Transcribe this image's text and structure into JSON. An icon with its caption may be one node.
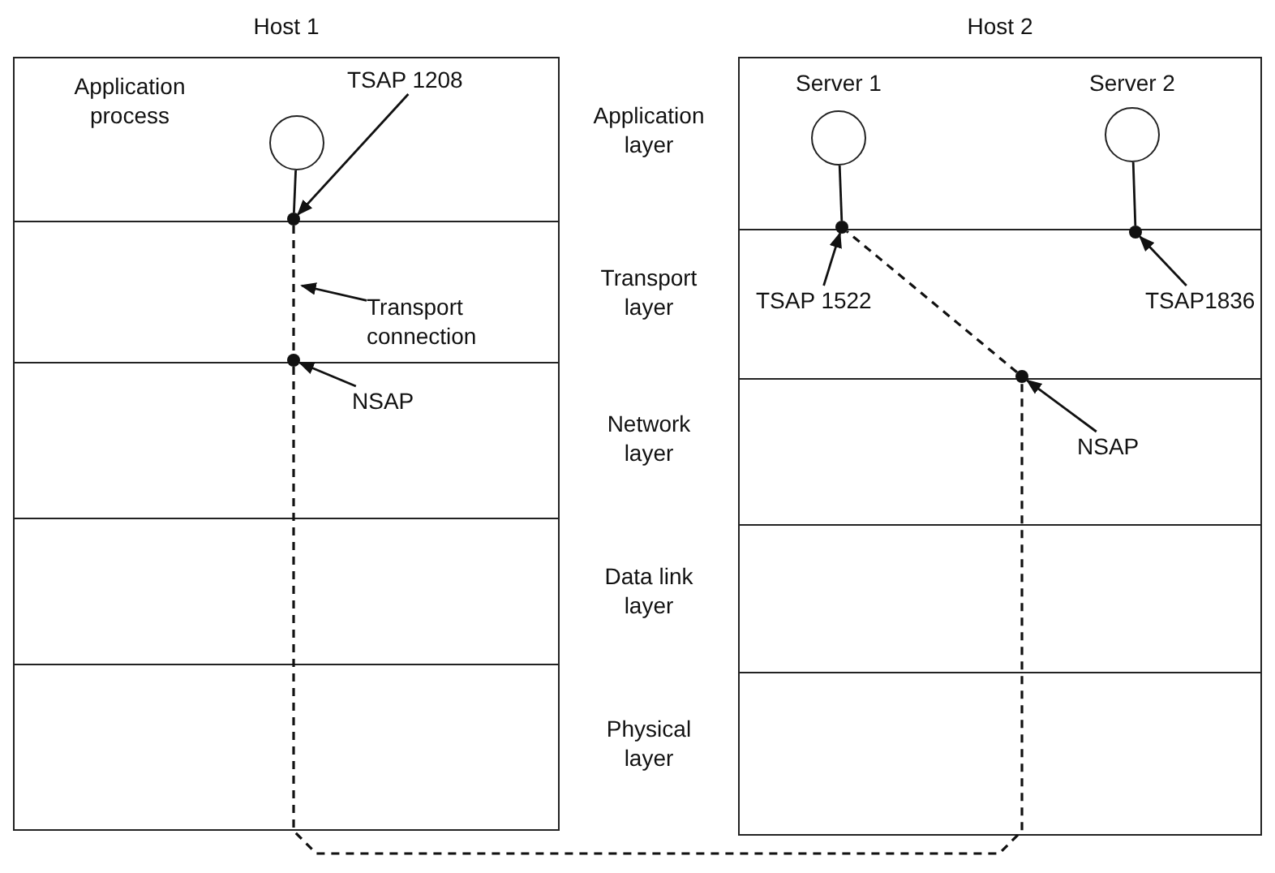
{
  "diagram": {
    "nodes": [
      {
        "text": [
          "Host 1"
        ]
      },
      {
        "text": [
          "Host 2"
        ]
      },
      {
        "text": [],
        "shape": "circle",
        "in": 0,
        "beside": [
          "Application process"
        ]
      },
      {
        "text": [],
        "shape": "circle",
        "in": 1,
        "beside": [
          "Server 1"
        ]
      },
      {
        "text": [],
        "shape": "circle",
        "in": 1,
        "beside": [
          "Server 2"
        ]
      },
      {
        "text": [],
        "shape": "dot",
        "in": 0
      },
      {
        "text": [],
        "shape": "dot",
        "in": 0
      },
      {
        "text": [],
        "shape": "dot",
        "in": 1
      },
      {
        "text": [],
        "shape": "dot",
        "in": 1
      },
      {
        "text": [],
        "shape": "dot",
        "in": 1
      },
      {
        "text": [
          "TSAP 1208"
        ],
        "in": 0
      },
      {
        "text": [
          "Transport connection"
        ],
        "in": 0
      },
      {
        "text": [
          "NSAP"
        ],
        "in": 0
      },
      {
        "text": [
          "TSAP 1522"
        ],
        "in": 1
      },
      {
        "text": [
          "TSAP1836"
        ],
        "in": 1
      },
      {
        "text": [
          "NSAP"
        ],
        "in": 1
      }
    ],
    "edges": [
      {
        "from": 2,
        "to": 5,
        "arrow": "none"
      },
      {
        "from": 3,
        "to": 7,
        "arrow": "none"
      },
      {
        "from": 4,
        "to": 8,
        "arrow": "none"
      },
      {
        "from": 5,
        "to": 6,
        "arrow": "none",
        "style": "dashed"
      },
      {
        "from": 6,
        "to": 9,
        "arrow": "none",
        "style": "dashed"
      },
      {
        "from": 9,
        "to": 7,
        "arrow": "none",
        "style": "dashed"
      },
      {
        "from": 10,
        "to": 5,
        "arrow": "to"
      },
      {
        "from": 11,
        "to": null,
        "arrow": "to"
      },
      {
        "from": 12,
        "to": 6,
        "arrow": "to"
      },
      {
        "from": 13,
        "to": 7,
        "arrow": "to"
      },
      {
        "from": 14,
        "to": 8,
        "arrow": "to"
      },
      {
        "from": 15,
        "to": 9,
        "arrow": "to"
      }
    ],
    "labels": [
      "Application layer",
      "Transport layer",
      "Network layer",
      "Data link layer",
      "Physical layer"
    ]
  }
}
